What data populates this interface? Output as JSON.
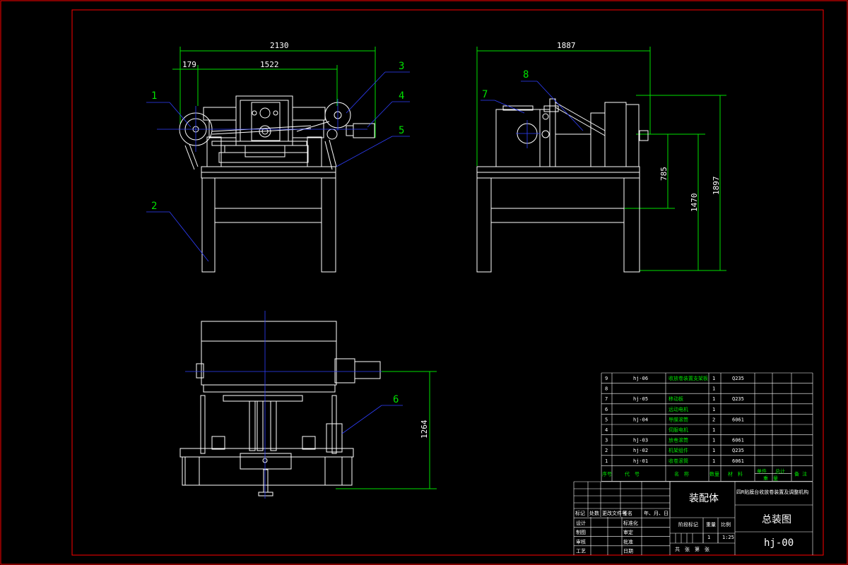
{
  "dimensions": {
    "d2130": "2130",
    "d179": "179",
    "d1522": "1522",
    "d1887": "1887",
    "d785": "785",
    "d1470": "1470",
    "d1897": "1897",
    "d1264": "1264"
  },
  "balloons": [
    "1",
    "2",
    "3",
    "4",
    "5",
    "6",
    "7",
    "8"
  ],
  "parts_list": [
    {
      "no": "9",
      "code": "hj-06",
      "name": "收放卷装置支架板",
      "qty": "1",
      "material": "Q235"
    },
    {
      "no": "8",
      "code": "",
      "name": "",
      "qty": "1",
      "material": ""
    },
    {
      "no": "7",
      "code": "hj-05",
      "name": "移动板",
      "qty": "1",
      "material": "Q235"
    },
    {
      "no": "6",
      "code": "",
      "name": "远动电机",
      "qty": "1",
      "material": ""
    },
    {
      "no": "5",
      "code": "hj-04",
      "name": "导膜滚筒",
      "qty": "2",
      "material": "6061"
    },
    {
      "no": "4",
      "code": "",
      "name": "伺服电机",
      "qty": "1",
      "material": ""
    },
    {
      "no": "3",
      "code": "hj-03",
      "name": "放卷滚筒",
      "qty": "1",
      "material": "6061"
    },
    {
      "no": "2",
      "code": "hj-02",
      "name": "机架组件",
      "qty": "1",
      "material": "Q235"
    },
    {
      "no": "1",
      "code": "hj-01",
      "name": "收卷滚筒",
      "qty": "1",
      "material": "6061"
    }
  ],
  "parts_header": {
    "no": "序号",
    "code": "代　号",
    "name": "名　称",
    "qty": "数量",
    "material": "材　料",
    "unit_weight": "单件",
    "total_weight": "总计",
    "weight": "重　量",
    "remark": "备 注"
  },
  "title_block": {
    "assembly": "装配体",
    "product": "四R贴膜台收放卷装置及调整机构",
    "drawing_name": "总装图",
    "drawing_no": "hj-00",
    "scale": "1:25",
    "count": "1",
    "rev_headers": [
      "标记",
      "处数",
      "更改文件号",
      "签名",
      "年、月、日"
    ],
    "roles": [
      "设计",
      "制图",
      "审核",
      "工艺"
    ],
    "std_labels": [
      "标准化",
      "审定",
      "批准",
      "日期"
    ],
    "stage_label": "阶段标记",
    "weight_label": "重量",
    "scale_label": "比例",
    "sheet_label": "共　张　第　张"
  }
}
